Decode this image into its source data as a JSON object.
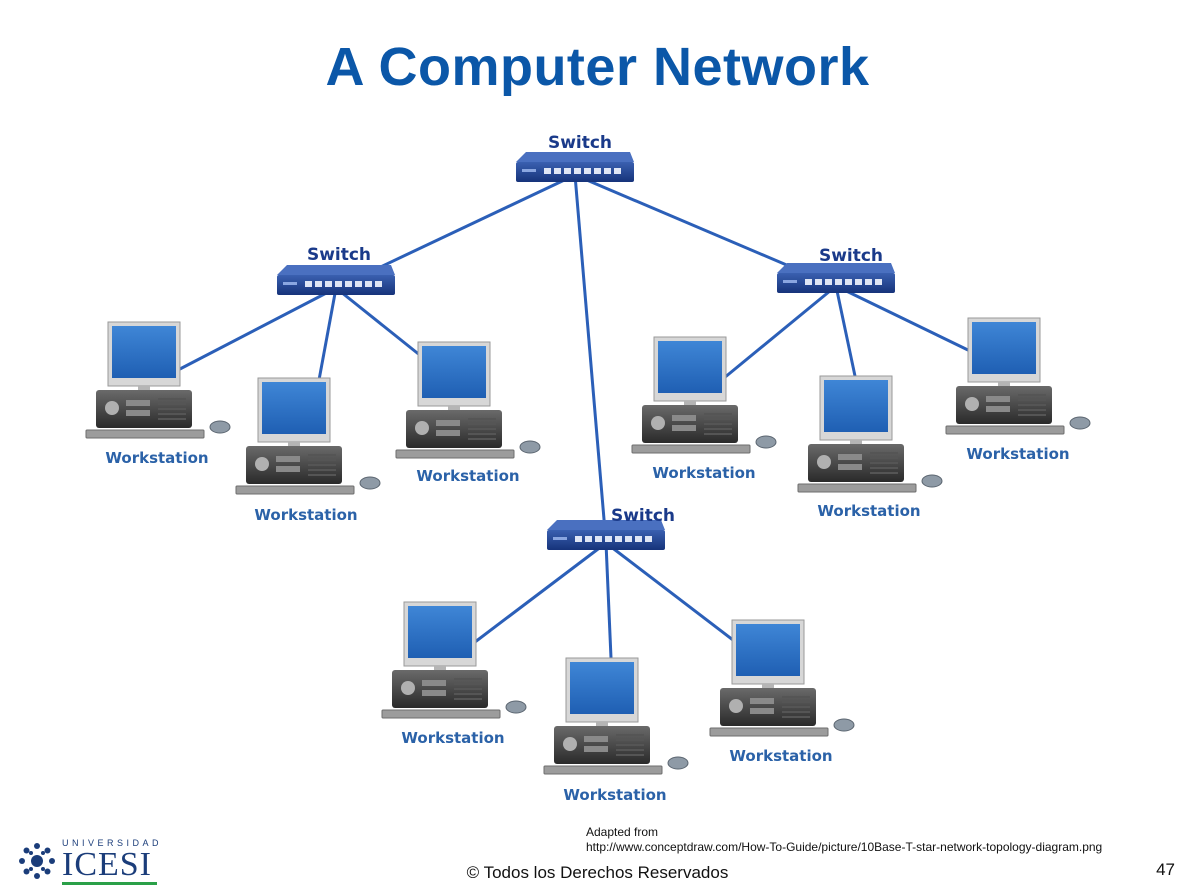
{
  "title": "A Computer Network",
  "diagram": {
    "switches": [
      {
        "id": "core",
        "label": "Switch"
      },
      {
        "id": "left",
        "label": "Switch"
      },
      {
        "id": "right",
        "label": "Switch"
      },
      {
        "id": "bottom",
        "label": "Switch"
      }
    ],
    "workstations": [
      {
        "id": "ws-l1",
        "switch": "left",
        "label": "Workstation"
      },
      {
        "id": "ws-l2",
        "switch": "left",
        "label": "Workstation"
      },
      {
        "id": "ws-l3",
        "switch": "left",
        "label": "Workstation"
      },
      {
        "id": "ws-r1",
        "switch": "right",
        "label": "Workstation"
      },
      {
        "id": "ws-r2",
        "switch": "right",
        "label": "Workstation"
      },
      {
        "id": "ws-r3",
        "switch": "right",
        "label": "Workstation"
      },
      {
        "id": "ws-b1",
        "switch": "bottom",
        "label": "Workstation"
      },
      {
        "id": "ws-b2",
        "switch": "bottom",
        "label": "Workstation"
      },
      {
        "id": "ws-b3",
        "switch": "bottom",
        "label": "Workstation"
      }
    ],
    "links": [
      [
        "core",
        "left"
      ],
      [
        "core",
        "right"
      ],
      [
        "core",
        "bottom"
      ],
      [
        "left",
        "ws-l1"
      ],
      [
        "left",
        "ws-l2"
      ],
      [
        "left",
        "ws-l3"
      ],
      [
        "right",
        "ws-r1"
      ],
      [
        "right",
        "ws-r2"
      ],
      [
        "right",
        "ws-r3"
      ],
      [
        "bottom",
        "ws-b1"
      ],
      [
        "bottom",
        "ws-b2"
      ],
      [
        "bottom",
        "ws-b3"
      ]
    ]
  },
  "credit": {
    "line1": "Adapted from",
    "line2": "http://www.conceptdraw.com/How-To-Guide/picture/10Base-T-star-network-topology-diagram.png"
  },
  "footer": "© Todos los Derechos Reservados",
  "page_number": "47",
  "logo": {
    "top": "UNIVERSIDAD",
    "name": "ICESI"
  },
  "colors": {
    "title": "#0b57a8",
    "link": "#2b5fb8",
    "switch": "#1d3f8f",
    "workstation_label": "#2b62a8",
    "logo": "#1b3d7a"
  }
}
